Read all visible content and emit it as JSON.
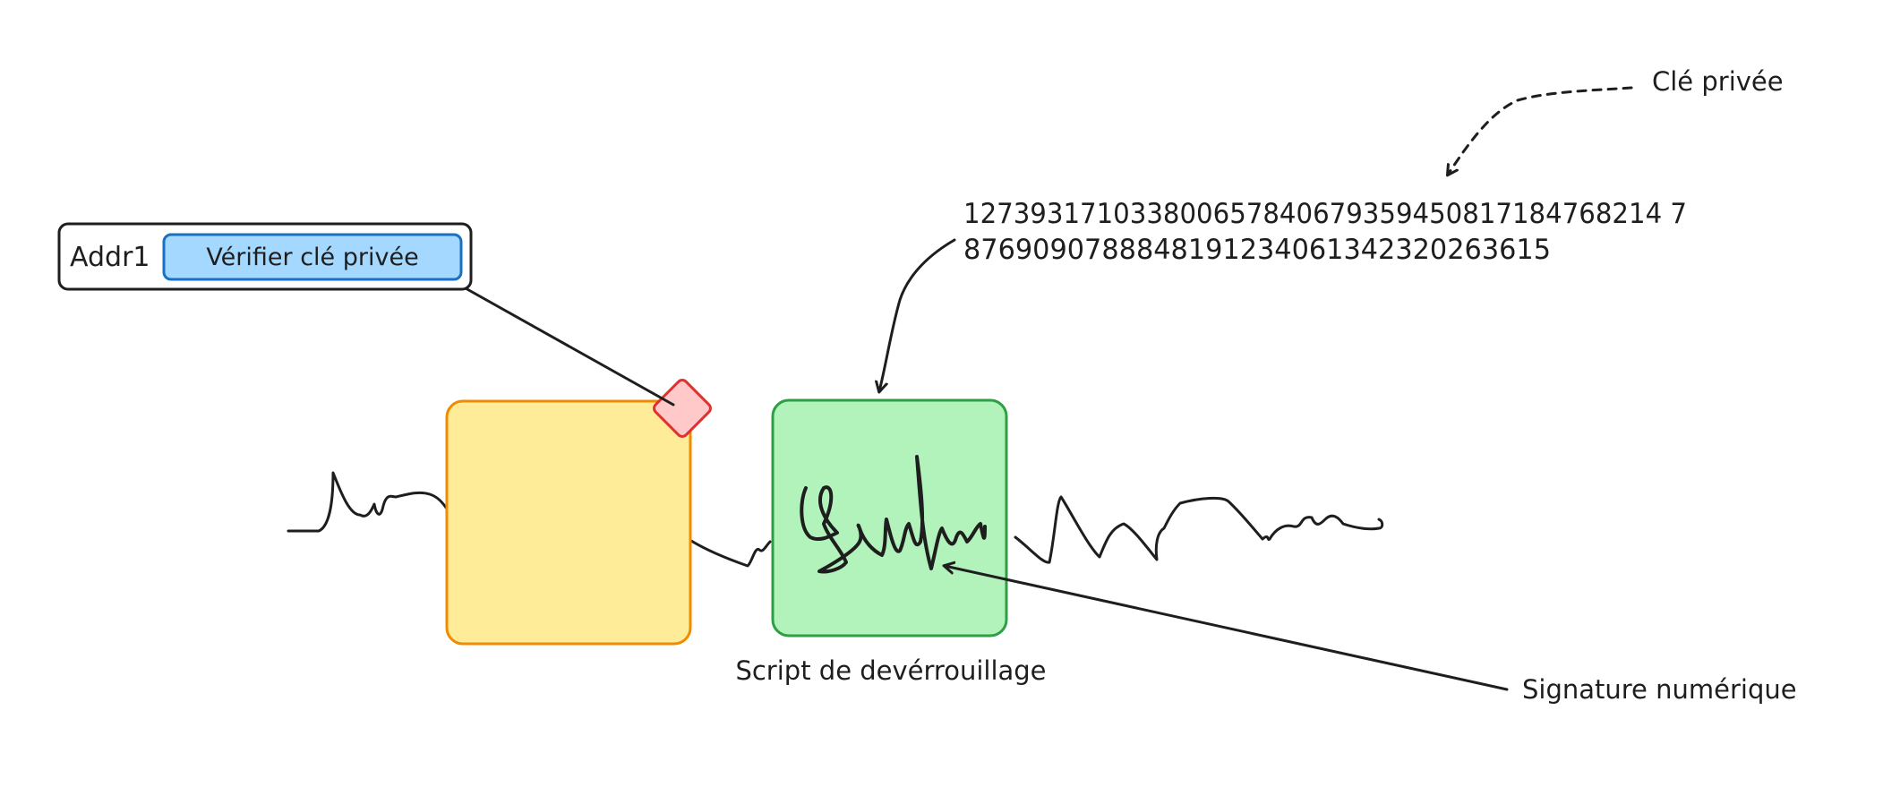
{
  "labels": {
    "address": "Addr1",
    "verify_button": "Vérifier clé privée",
    "private_key_label": "Clé privée",
    "private_key_line1": "127393171033800657840679359450817184768214 7",
    "private_key_line2": "8769090788848191234061342320263615",
    "unlock_script_label": "Script de devérrouillage",
    "signature_label": "Signature numérique"
  },
  "colors": {
    "stroke": "#1e1e1e",
    "yellow_fill": "#ffec99",
    "yellow_stroke": "#f08c00",
    "green_fill": "#b2f2bb",
    "green_stroke": "#2f9e44",
    "blue_fill": "#a5d8ff",
    "blue_stroke": "#1971c2",
    "blue_text": "#1971c2",
    "red_fill": "#ffc9c9",
    "red_stroke": "#e03131"
  }
}
